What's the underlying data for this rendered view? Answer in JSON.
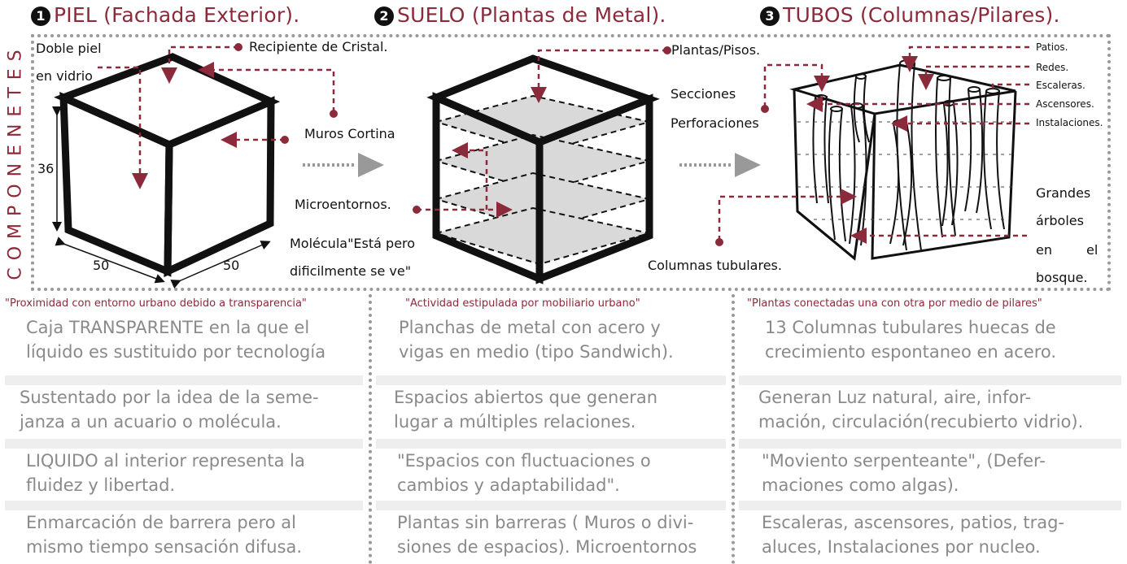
{
  "side_label": "COMPONENETES",
  "sections": [
    {
      "number": "1",
      "title": "PIEL (Fachada Exterior).",
      "quote": "\"Proximidad con entorno urbano debido a transparencia\"",
      "labels": {
        "doble1": "Doble piel",
        "doble2": "en vidrio",
        "recipiente": "Recipiente de Cristal.",
        "muros": "Muros Cortina",
        "dim_h": "36",
        "dim_w1": "50",
        "dim_w2": "50",
        "mol1": "Molécula\"Está pero",
        "mol2": "dificilmente se ve\""
      },
      "rows": [
        [
          "Caja TRANSPARENTE en la que el",
          "líquido es sustituido por tecnología"
        ],
        [
          "Sustentado por la idea de la seme-",
          "janza a un acuario o molécula."
        ],
        [
          "LIQUIDO al interior representa la",
          "fluidez y libertad."
        ],
        [
          "Enmarcación de barrera pero al",
          "mismo tiempo sensación difusa."
        ]
      ]
    },
    {
      "number": "2",
      "title": "SUELO (Plantas de Metal).",
      "quote": "\"Actividad estipulada por mobiliario urbano\"",
      "labels": {
        "plantas": "Plantas/Pisos.",
        "secciones": "Secciones",
        "perforaciones": "Perforaciones",
        "micro": "Microentornos."
      },
      "rows": [
        [
          "Planchas de metal con acero y",
          "vigas en medio (tipo Sandwich)."
        ],
        [
          "Espacios abiertos que generan",
          "lugar a múltiples relaciones."
        ],
        [
          "\"Espacios con fluctuaciones o",
          "cambios y adaptabilidad\"."
        ],
        [
          "Plantas sin barreras ( Muros o divi-",
          "siones de espacios). Microentornos"
        ]
      ]
    },
    {
      "number": "3",
      "title": "TUBOS (Columnas/Pilares).",
      "quote": "\"Plantas conectadas una con otra por medio de pilares\"",
      "labels": {
        "patios": "Patios.",
        "redes": "Redes.",
        "escaleras": "Escaleras.",
        "ascensores": "Ascensores.",
        "instalaciones": "Instalaciones.",
        "columnas": "Columnas tubulares.",
        "g1": "Grandes",
        "g2": "árboles",
        "g3a": "en",
        "g3b": "el",
        "g4": "bosque."
      },
      "rows": [
        [
          "13 Columnas tubulares huecas de",
          "crecimiento espontaneo en acero."
        ],
        [
          "Generan Luz natural, aire, infor-",
          "mación, circulación(recubierto vidrio)."
        ],
        [
          "\"Moviento serpenteante\", (Defer-",
          "maciones como algas)."
        ],
        [
          "Escaleras, ascensores, patios, trag-",
          "aluces, Instalaciones por nucleo."
        ]
      ]
    }
  ],
  "colors": {
    "accent": "#8b2a3a",
    "body_text": "#8a8a8a",
    "frame": "#999999",
    "shade": "#d9d9d9"
  }
}
